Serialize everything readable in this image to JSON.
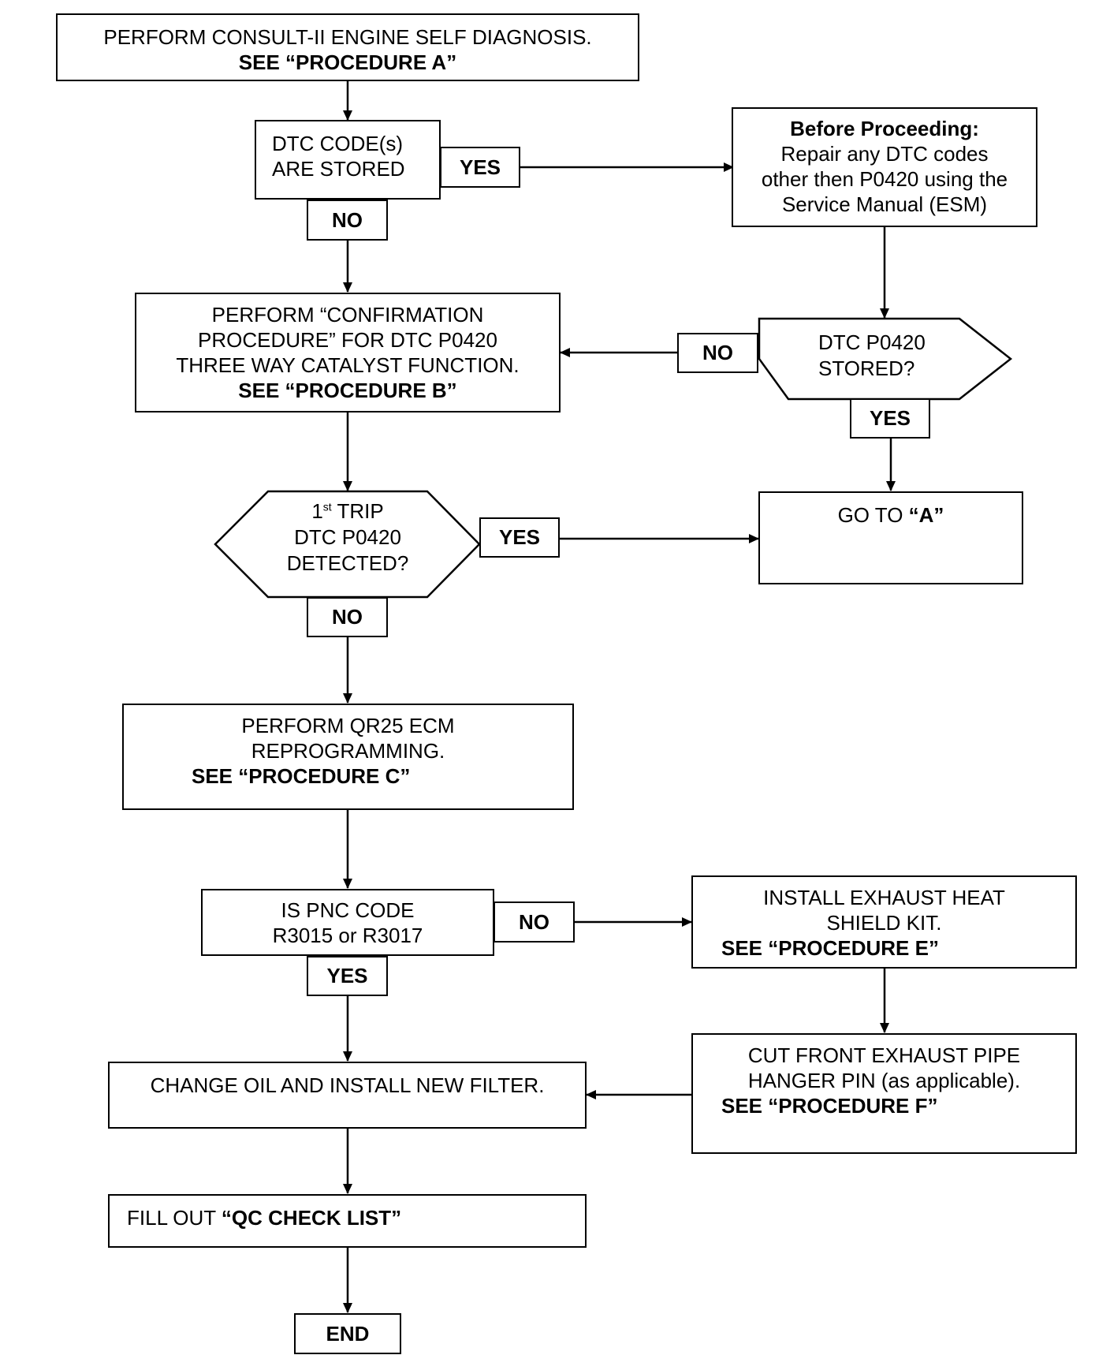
{
  "procA": {
    "line1": "PERFORM CONSULT-II ENGINE SELF DIAGNOSIS.",
    "line2": "SEE “PROCEDURE A”"
  },
  "dtcStored": {
    "line1": "DTC CODE(s)",
    "line2": "ARE STORED"
  },
  "beforeProceeding": {
    "title": "Before Proceeding:",
    "line1": "Repair any DTC codes",
    "line2": "other then P0420 using the",
    "line3": "Service Manual (ESM)"
  },
  "procB": {
    "line1": "PERFORM “CONFIRMATION",
    "line2": "PROCEDURE” FOR DTC P0420",
    "line3": "THREE WAY CATALYST FUNCTION.",
    "line4": "SEE “PROCEDURE B”"
  },
  "p0420Stored": {
    "line1": "DTC P0420",
    "line2": "STORED?"
  },
  "firstTrip": {
    "num": "1",
    "sup": "st",
    "rest": " TRIP",
    "line2": "DTC P0420",
    "line3": "DETECTED?"
  },
  "gotoA": {
    "prefix": "GO TO ",
    "target": "“A”"
  },
  "procC": {
    "line1": "PERFORM QR25 ECM",
    "line2": "REPROGRAMMING.",
    "line3": "SEE “PROCEDURE C”"
  },
  "pncCode": {
    "line1": "IS PNC CODE",
    "line2": "R3015 or R3017"
  },
  "procE": {
    "line1": "INSTALL EXHAUST HEAT",
    "line2": "SHIELD KIT.",
    "line3": "SEE “PROCEDURE E”"
  },
  "procF": {
    "line1": "CUT FRONT EXHAUST PIPE",
    "line2": "HANGER PIN (as applicable).",
    "line3": "SEE “PROCEDURE F”"
  },
  "changeOil": {
    "text": "CHANGE OIL AND INSTALL NEW FILTER."
  },
  "qcCheck": {
    "prefix": "FILL OUT ",
    "bold": "“QC CHECK LIST”"
  },
  "end": {
    "text": "END"
  },
  "labels": {
    "yes": "YES",
    "no": "NO"
  }
}
